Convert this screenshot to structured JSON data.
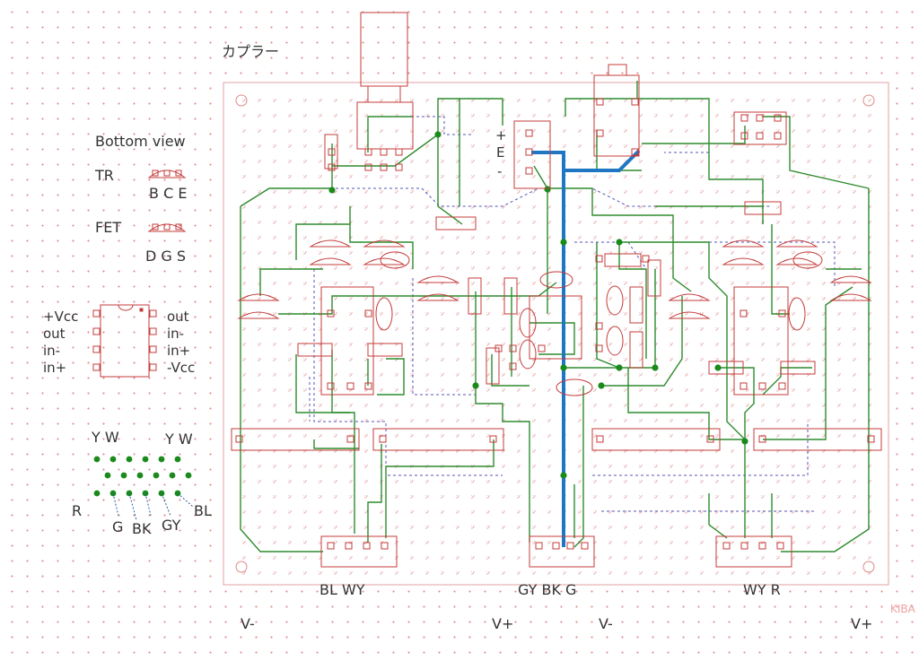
{
  "title": "カプラー",
  "legend": {
    "bottom_view": "Bottom view",
    "tr": {
      "label": "TR",
      "pins": "B C E"
    },
    "fet": {
      "label": "FET",
      "pins": "D G S"
    }
  },
  "opamp": {
    "left_pins": [
      "+Vcc",
      "out",
      "in-",
      "in+"
    ],
    "right_pins": [
      "out",
      "in-",
      "in+",
      "-Vcc"
    ]
  },
  "connector": {
    "top_left": "Y W",
    "top_right": "Y W",
    "r": "R",
    "g": "G",
    "bk": "BK",
    "gy": "GY",
    "bl": "BL"
  },
  "board": {
    "cap_plus": "+",
    "cap_e": "E",
    "cap_minus": "-"
  },
  "headers": {
    "left": "BL WY",
    "center": "GY BK  G",
    "right": "WY R"
  },
  "rails": {
    "v_minus_left": "V-",
    "v_plus_center": "V+",
    "v_minus_center": "V-",
    "v_plus_right": "V+"
  },
  "watermark": "KIBA"
}
